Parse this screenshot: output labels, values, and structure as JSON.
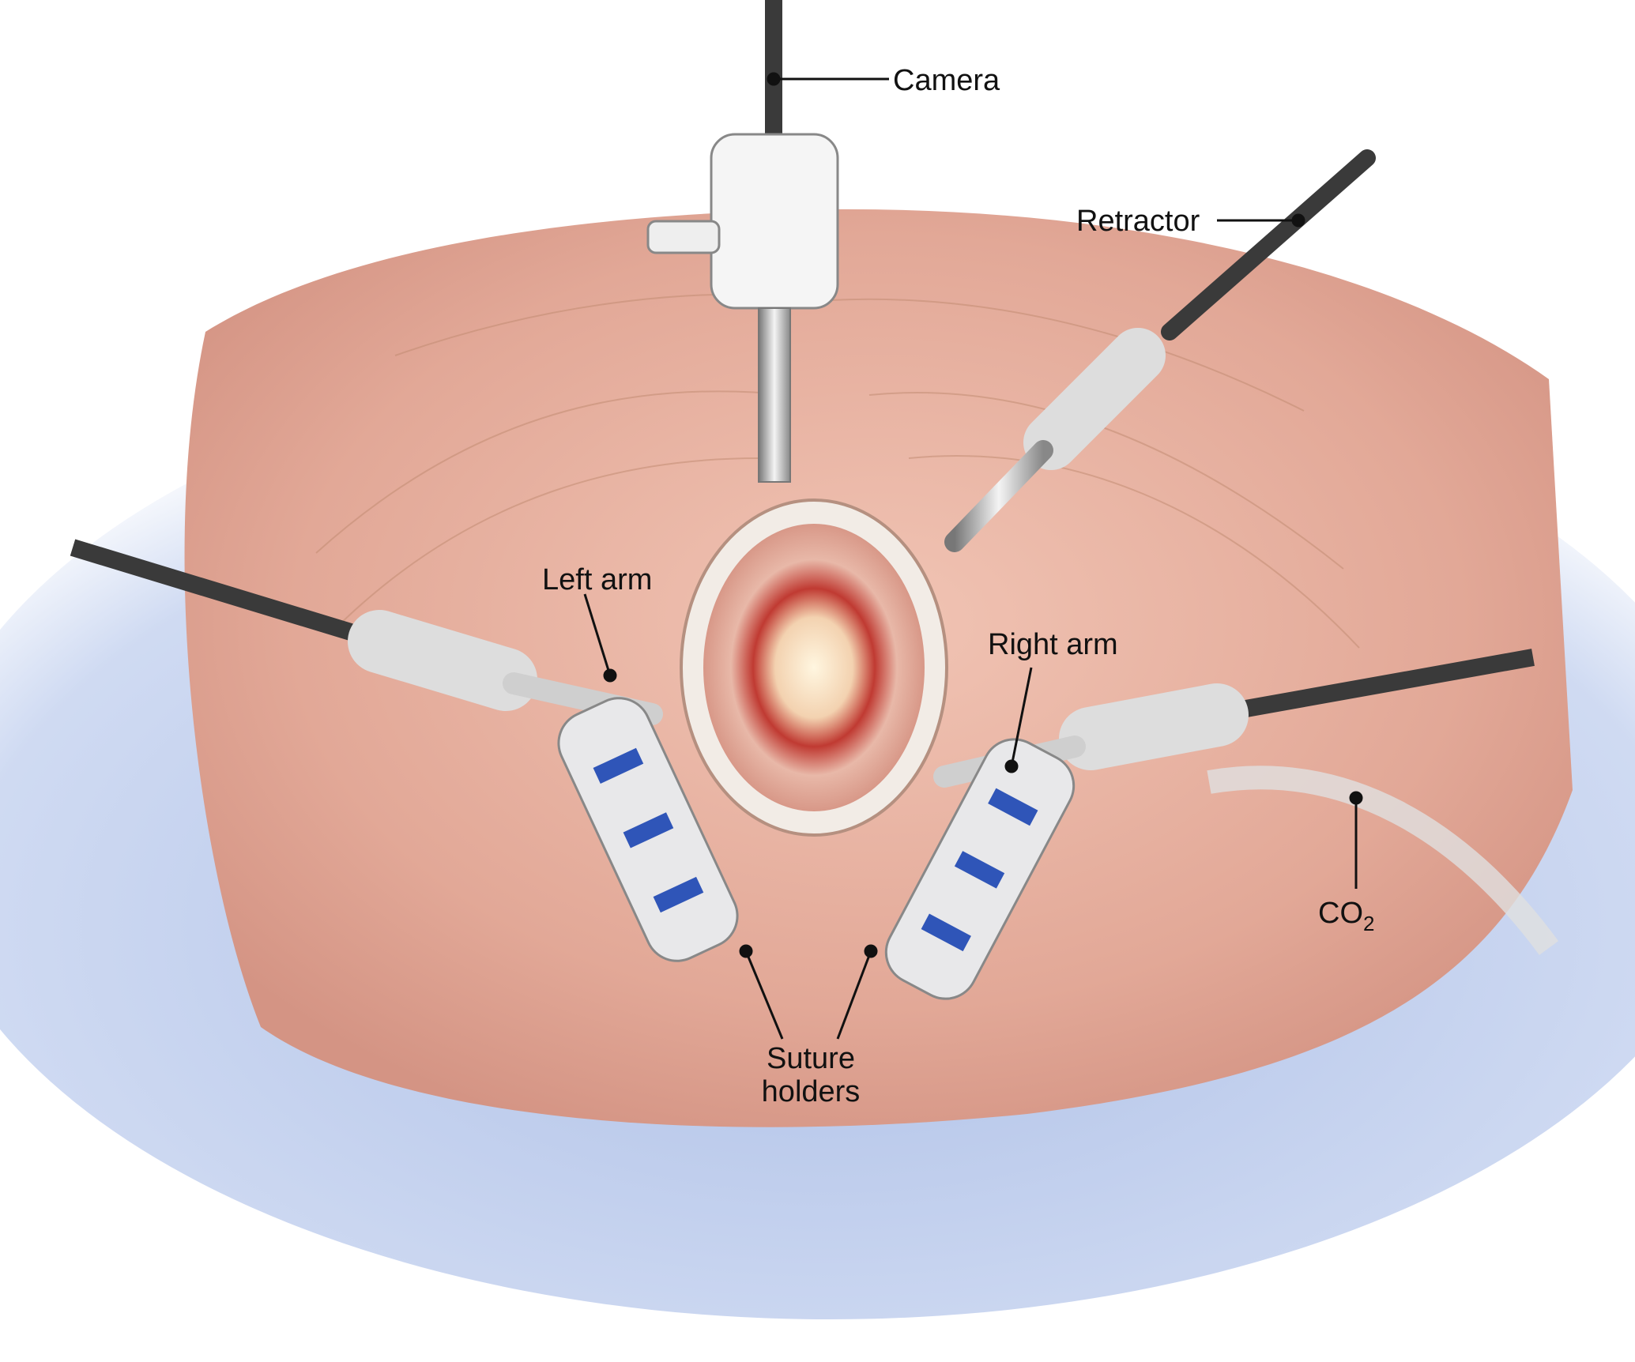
{
  "labels": {
    "camera": "Camera",
    "retractor": "Retractor",
    "left_arm": "Left arm",
    "right_arm": "Right arm",
    "co2_main": "CO",
    "co2_sub": "2",
    "suture_line1": "Suture",
    "suture_line2": "holders"
  },
  "colors": {
    "skin": "#e8b0a0",
    "drape": "#a9bde6",
    "shaft": "#3a3a3a",
    "band": "#2f55b8"
  }
}
